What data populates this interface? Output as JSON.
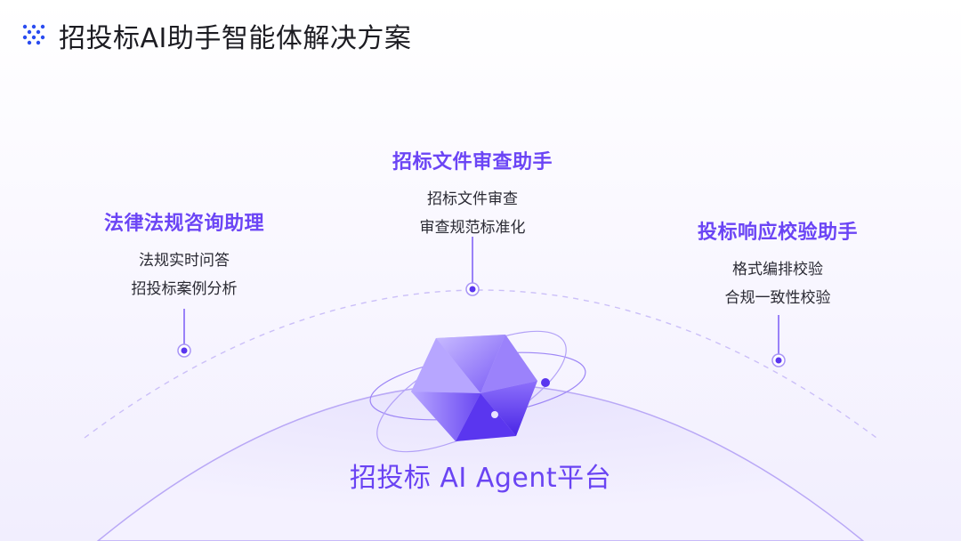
{
  "header": {
    "title": "招投标AI助手智能体解决方案",
    "logo_icon": "dot-grid-icon"
  },
  "colors": {
    "accent": "#6b45f5",
    "text": "#2a2a33",
    "dome": "#ece8fd"
  },
  "assistants": [
    {
      "title": "法律法规咨询助理",
      "items": [
        "法规实时问答",
        "招投标案例分析"
      ]
    },
    {
      "title": "招标文件审查助手",
      "items": [
        "招标文件审查",
        "审查规范标准化"
      ]
    },
    {
      "title": "投标响应校验助手",
      "items": [
        "格式编排校验",
        "合规一致性校验"
      ]
    }
  ],
  "platform": {
    "label": "招投标 AI Agent平台",
    "icon": "crystal-orbit-icon"
  }
}
